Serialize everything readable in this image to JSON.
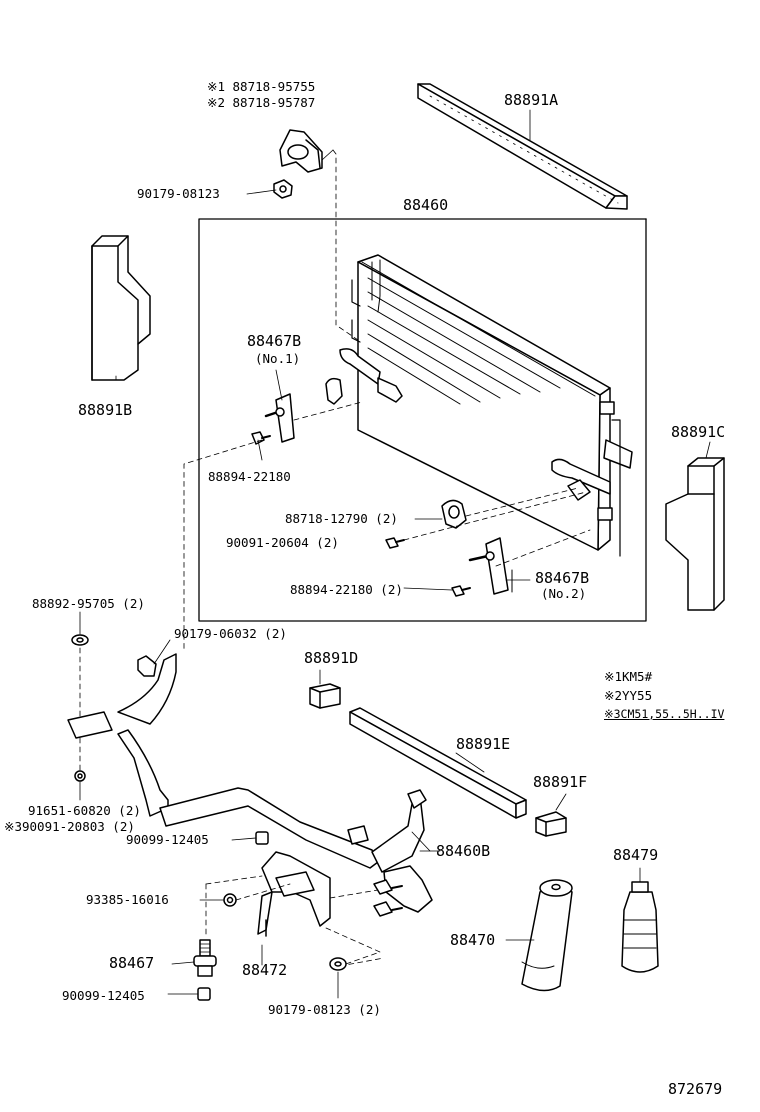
{
  "parts": {
    "clamp_alt1": "※1 88718-95755",
    "clamp_alt2": "※2 88718-95787",
    "nut_top": "90179-08123",
    "seal_a": "88891A",
    "condenser": "88460",
    "seal_b": "88891B",
    "bracket_b1": "88467B",
    "bracket_b1_no": "(No.1)",
    "bolt_1": "88894-22180",
    "seal_c": "88891C",
    "clamp_2": "88718-12790 (2)",
    "bolt_2": "90091-20604 (2)",
    "bolt_3": "88894-22180 (2)",
    "bracket_b2": "88467B",
    "bracket_b2_no": "(No.2)",
    "washer": "88892-95705 (2)",
    "nut_2": "90179-06032 (2)",
    "seal_d": "88891D",
    "seal_e": "88891E",
    "seal_f": "88891F",
    "grommet_1": "91651-60820 (2)",
    "grommet_2": "※390091-20803 (2)",
    "nut_3": "90099-12405",
    "pipe": "88460B",
    "receiver": "88479",
    "bolt_4": "93385-16016",
    "switch": "88467",
    "bracket_2": "88472",
    "dryer": "88470",
    "nut_4": "90099-12405",
    "nut_5": "90179-08123 (2)",
    "diagram_no": "872679"
  },
  "notes": {
    "n1": "※1KM5#",
    "n2": "※2YY55",
    "n3": "※3CM51,55..5H..IV"
  }
}
